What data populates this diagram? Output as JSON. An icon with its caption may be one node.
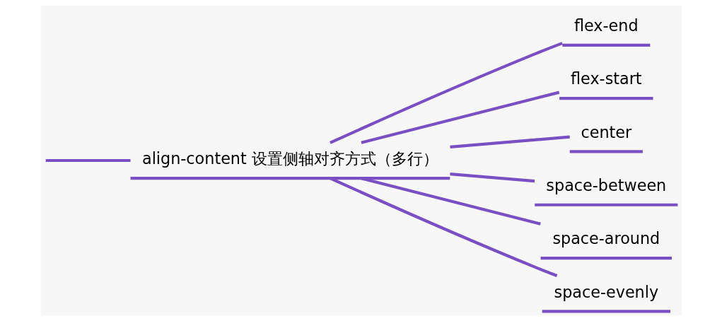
{
  "diagram": {
    "nodes": [
      {
        "text": [
          "align-content 设置侧轴对齐方式（多行）"
        ]
      },
      {
        "text": [
          "flex-end"
        ]
      },
      {
        "text": [
          "flex-start"
        ]
      },
      {
        "text": [
          "center"
        ]
      },
      {
        "text": [
          "space-between"
        ]
      },
      {
        "text": [
          "space-around"
        ]
      },
      {
        "text": [
          "space-evenly"
        ]
      }
    ],
    "edges": [
      {
        "from": null,
        "to": 0,
        "arrow": "none"
      },
      {
        "from": 0,
        "to": 1,
        "arrow": "none"
      },
      {
        "from": 0,
        "to": 2,
        "arrow": "none"
      },
      {
        "from": 0,
        "to": 3,
        "arrow": "none"
      },
      {
        "from": 0,
        "to": 4,
        "arrow": "none"
      },
      {
        "from": 0,
        "to": 5,
        "arrow": "none"
      },
      {
        "from": 0,
        "to": 6,
        "arrow": "none"
      }
    ]
  }
}
